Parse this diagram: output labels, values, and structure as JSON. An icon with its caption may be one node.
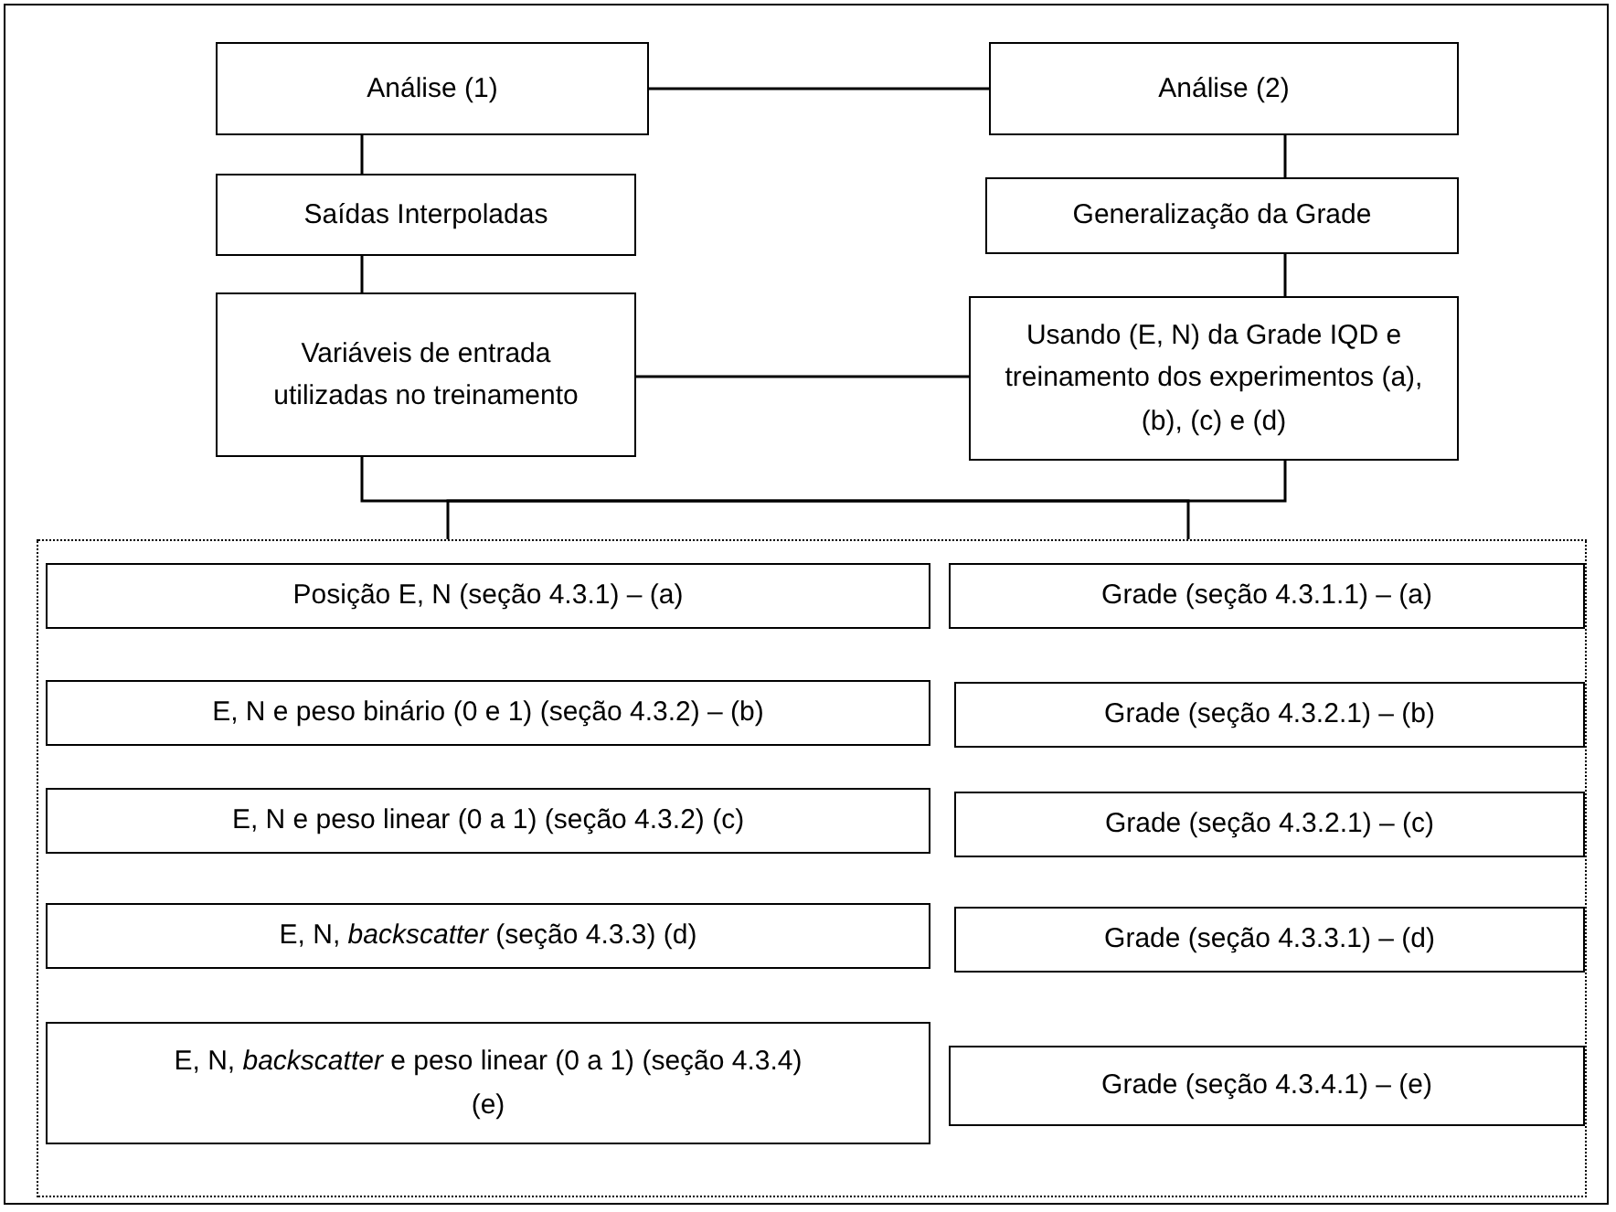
{
  "diagram": {
    "nodes": [
      {
        "text": [
          "Análise (1)"
        ]
      },
      {
        "text": [
          "Análise (2)"
        ]
      },
      {
        "text": [
          "Saídas Interpoladas"
        ]
      },
      {
        "text": [
          "Generalização da Grade"
        ]
      },
      {
        "text": [
          "Variáveis de entrada utilizadas no treinamento"
        ]
      },
      {
        "text": [
          "Usando (E, N) da Grade IQD e treinamento dos experimentos (a), (b), (c) e (d)"
        ]
      },
      {
        "text": [],
        "shape": "box"
      },
      {
        "text": [
          "Posição E, N (seção 4.3.1) – (a)"
        ],
        "in": 6
      },
      {
        "text": [
          "Grade (seção 4.3.1.1) – (a)"
        ],
        "in": 6
      },
      {
        "text": [
          "E, N e peso binário (0 e 1) (seção 4.3.2) – (b)"
        ],
        "in": 6
      },
      {
        "text": [
          "Grade (seção 4.3.2.1) – (b)"
        ],
        "in": 6
      },
      {
        "text": [
          "E, N e peso linear (0 a 1) (seção 4.3.2) (c)"
        ],
        "in": 6
      },
      {
        "text": [
          "Grade (seção 4.3.2.1) – (c)"
        ],
        "in": 6
      },
      {
        "text": [
          "E, N, *backscatter* (seção 4.3.3) (d)"
        ],
        "in": 6
      },
      {
        "text": [
          "Grade (seção 4.3.3.1) – (d)"
        ],
        "in": 6
      },
      {
        "text": [
          "E, N, *backscatter* e peso linear (0 a 1) (seção 4.3.4) (e)"
        ],
        "in": 6
      },
      {
        "text": [
          "Grade (seção 4.3.4.1) – (e)"
        ],
        "in": 6
      }
    ],
    "edges": [
      {
        "from": 0,
        "to": 1,
        "arrow": "none"
      },
      {
        "from": 0,
        "to": 2,
        "arrow": "none"
      },
      {
        "from": 1,
        "to": 3,
        "arrow": "none"
      },
      {
        "from": 2,
        "to": 4,
        "arrow": "none"
      },
      {
        "from": 3,
        "to": 5,
        "arrow": "none"
      },
      {
        "from": 4,
        "to": 5,
        "arrow": "none"
      },
      {
        "from": 4,
        "to": 6,
        "arrow": "none"
      },
      {
        "from": 5,
        "to": 6,
        "arrow": "none"
      }
    ]
  }
}
